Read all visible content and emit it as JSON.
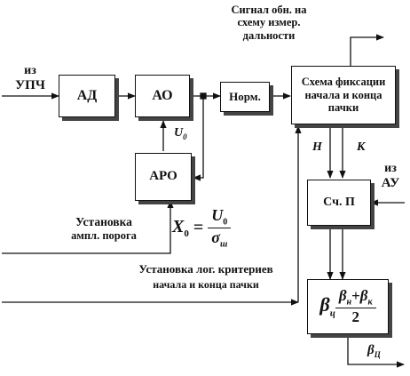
{
  "blocks": {
    "ad": "АД",
    "ao": "АО",
    "norm": "Норм.",
    "aro": "АРО",
    "schema_line1": "Схема фиксации",
    "schema_line2": "начала и конца",
    "schema_line3": "пачки",
    "counter": "Сч. П"
  },
  "inputs": {
    "upch_top": "из",
    "upch_bottom": "УПЧ",
    "au_top": "из",
    "au_bottom": "АУ"
  },
  "labels": {
    "signal_line1": "Сигнал обн. на",
    "signal_line2": "схему измер.",
    "signal_line3": "дальности",
    "threshold_line1": "Установка",
    "threshold_line2": "ампл. порога",
    "criteria_line1": "Установка лог. критериев",
    "criteria_line2": "начала и конца пачки",
    "u0": "U",
    "u0_sub": "0",
    "n": "Н",
    "k": "К",
    "beta_out": "β",
    "beta_out_sub": "Ц"
  },
  "formulas": {
    "x0_var": "X",
    "x0_sub": "0",
    "x0_eq": "=",
    "x0_num": "U",
    "x0_num_sub": "0",
    "x0_den": "σ",
    "x0_den_sub": "ш",
    "beta_lhs": "β",
    "beta_lhs_sub": "ц",
    "beta_num_a": "β",
    "beta_num_a_sub": "н",
    "beta_plus": "+",
    "beta_num_b": "β",
    "beta_num_b_sub": "к",
    "beta_den": "2"
  }
}
